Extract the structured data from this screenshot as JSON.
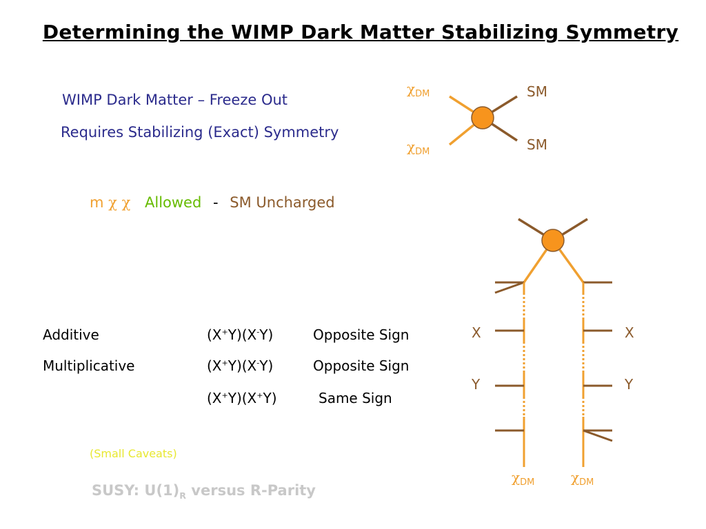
{
  "title": "Determining the WIMP Dark Matter Stabilizing Symmetry",
  "bullets": {
    "line1": "WIMP Dark Matter – Freeze Out",
    "line2": "Requires Stabilizing (Exact) Symmetry"
  },
  "mass_term": {
    "m": "m",
    "chi1": "χ",
    "chi2": "χ",
    "allowed": "Allowed",
    "dash": "-",
    "sm_uncharged": "SM Uncharged"
  },
  "table": {
    "rows": [
      {
        "name": "Additive",
        "term": [
          "(X",
          "+",
          "Y)(X",
          "-",
          "Y)"
        ],
        "sign": "Opposite Sign"
      },
      {
        "name": "Multiplicative",
        "term": [
          "(X",
          "+",
          "Y)(X",
          "-",
          "Y)"
        ],
        "sign": "Opposite Sign"
      },
      {
        "name": "",
        "term": [
          "(X",
          "+",
          "Y)(X",
          "+",
          "Y)"
        ],
        "sign": "Same Sign"
      }
    ]
  },
  "caveats": "(Small Caveats)",
  "susy": {
    "prefix": "SUSY: U(1)",
    "sub": "R",
    "suffix": " versus R-Parity"
  },
  "diagram1": {
    "chi": "χ",
    "dm": "DM",
    "sm_top": "SM",
    "sm_bottom": "SM"
  },
  "diagram2": {
    "x_left": "X",
    "x_right": "X",
    "y_left": "Y",
    "y_right": "Y",
    "chi": "χ",
    "dm": "DM"
  },
  "colors": {
    "orange": "#f0a030",
    "brown": "#8b5a2b",
    "navy": "#2b2b8c",
    "green": "#66bb00",
    "yellow": "#e8e830",
    "grey": "#c8c8c8"
  }
}
